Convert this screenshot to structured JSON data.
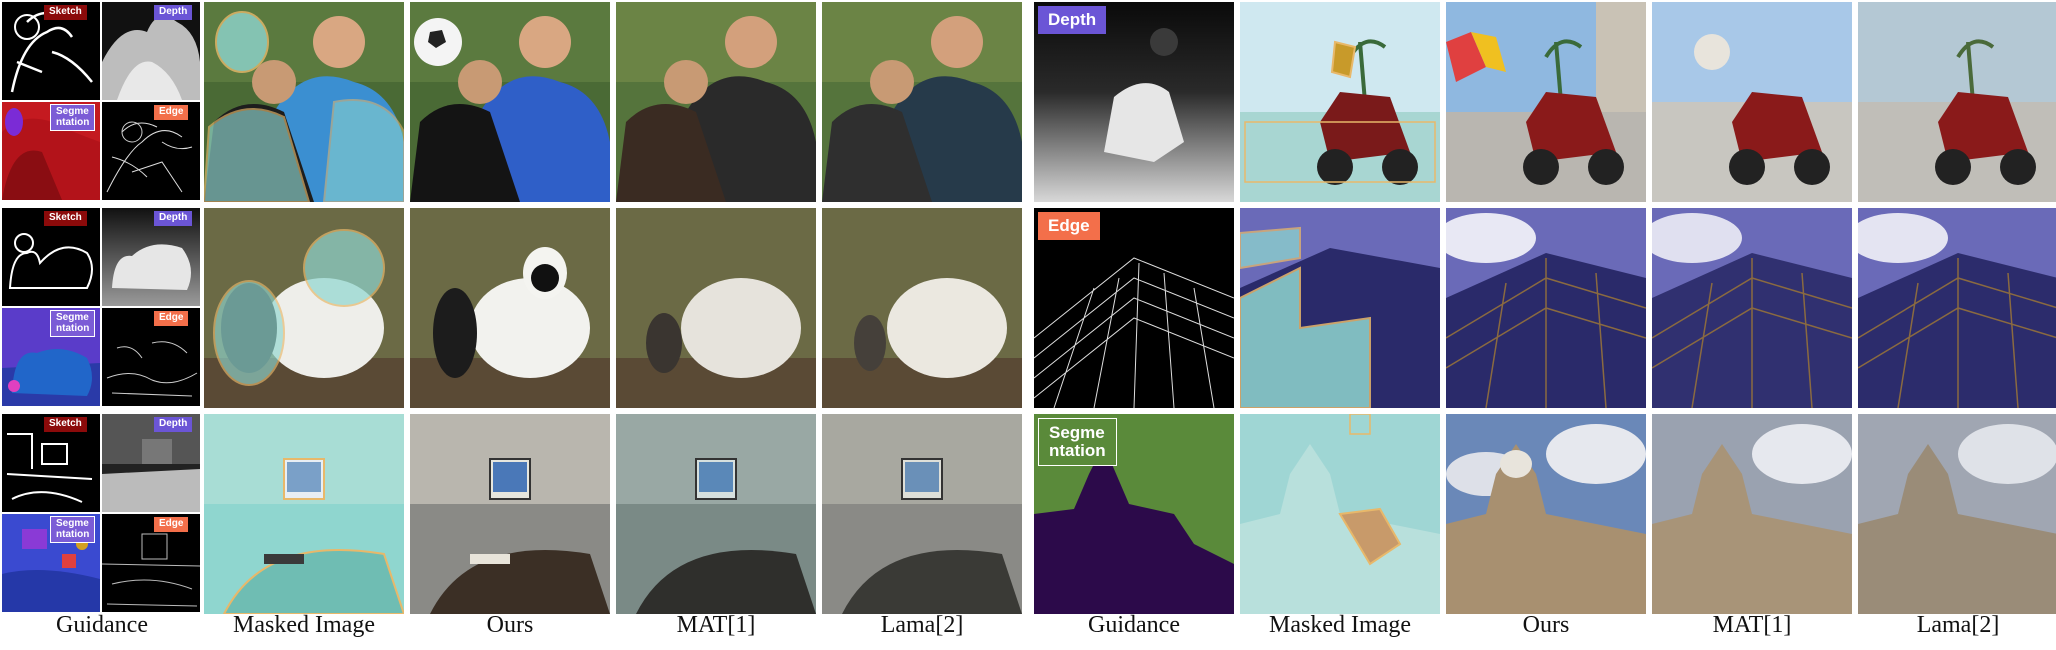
{
  "labels": {
    "sketch": "Sketch",
    "depth": "Depth",
    "segmentation_line1": "Segme",
    "segmentation_line2": "ntation",
    "edge": "Edge"
  },
  "captions": {
    "left": [
      "Guidance",
      "Masked Image",
      "Ours",
      "MAT[1]",
      "Lama[2]"
    ],
    "right": [
      "Guidance",
      "Masked Image",
      "Ours",
      "MAT[1]",
      "Lama[2]"
    ]
  },
  "colors": {
    "sketch_tag": "#8b0a0a",
    "depth_tag": "#6b55d6",
    "segmentation_tag": "#7b5cd6",
    "edge_tag": "#f36f4a",
    "mask_tint": "#8fd6cf",
    "mask_outline": "#e8b86a"
  }
}
